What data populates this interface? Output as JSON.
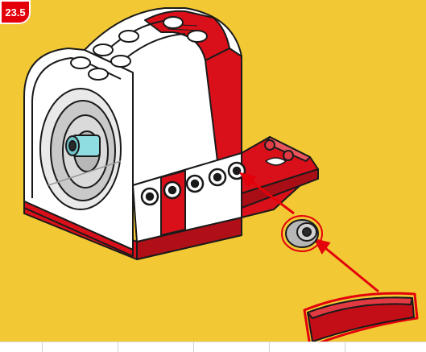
{
  "step": {
    "number": "23.5"
  },
  "colors": {
    "background": "#F2C935",
    "brick_red": "#D9101A",
    "brick_white": "#FFFFFF",
    "outline": "#1a1a1a",
    "callout_red": "#E3000B",
    "part_grey": "#B7B7B7",
    "axle_teal": "#8FDDE0"
  },
  "icons": [
    "step-number-badge",
    "motor-assembly-illustration",
    "bushing-part-icon",
    "curved-slope-part-icon",
    "placement-arrow-icon"
  ]
}
